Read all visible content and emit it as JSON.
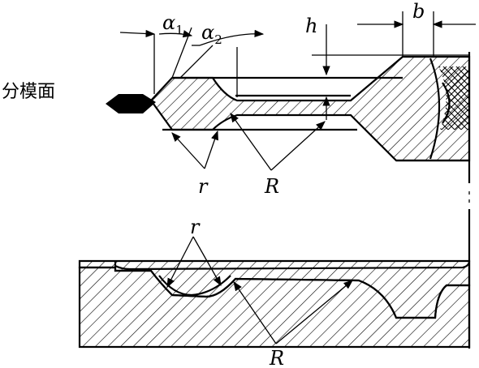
{
  "labels": {
    "parting_surface": "分模面",
    "alpha1_sym": "α",
    "alpha1_sub": "1",
    "alpha2_sym": "α",
    "alpha2_sub": "2",
    "h": "h",
    "b": "b",
    "r_top": "r",
    "R_top": "R",
    "r_bottom": "r",
    "R_bottom": "R"
  }
}
